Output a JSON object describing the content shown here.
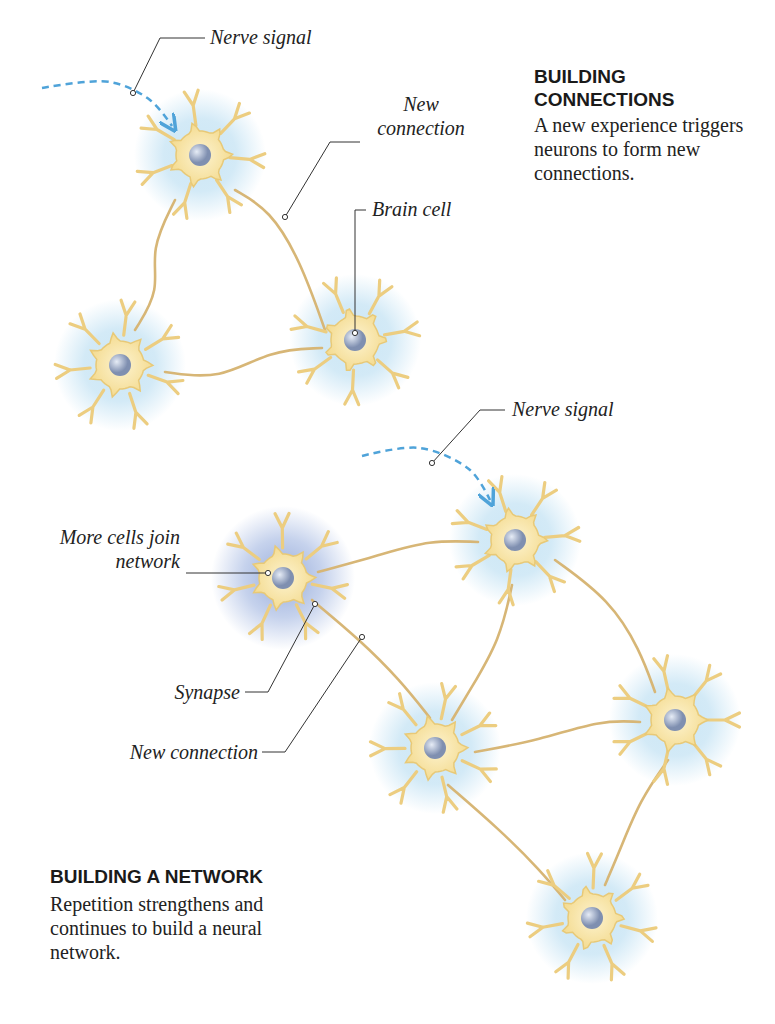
{
  "diagram": {
    "labels": [
      "Nerve signal",
      "New connection",
      "Brain cell",
      "BUILDING CONNECTIONS",
      "A new experience triggers neurons to form new connections.",
      "Nerve signal",
      "More cells join network",
      "Synapse",
      "New connection",
      "BUILDING A NETWORK",
      "Repetition strengthens and continues to build a neural network."
    ]
  }
}
